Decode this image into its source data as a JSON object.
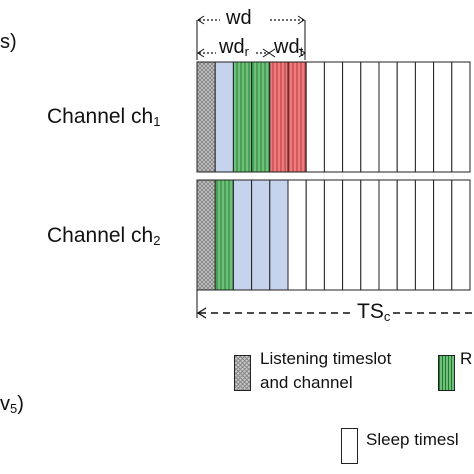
{
  "left_labels": {
    "top_fragment": "s)",
    "bottom_fragment_main": "v",
    "bottom_fragment_sub": "5",
    "bottom_fragment_end": ")"
  },
  "channels": [
    {
      "name": "Channel ch",
      "sub": "1",
      "slots": [
        "listen",
        "blue",
        "green",
        "green",
        "red",
        "red",
        "white",
        "white",
        "white",
        "white",
        "white",
        "white",
        "white",
        "white",
        "white"
      ]
    },
    {
      "name": "Channel ch",
      "sub": "2",
      "slots": [
        "listen",
        "green",
        "blue",
        "blue",
        "blue",
        "white",
        "white",
        "white",
        "white",
        "white",
        "white",
        "white",
        "white",
        "white",
        "white"
      ]
    }
  ],
  "dims": {
    "wd": "wd",
    "wd_r_main": "wd",
    "wd_r_sub": "r",
    "wd_t_main": "wd",
    "wd_t_sub": "t",
    "ts_main": "TS",
    "ts_sub": "c"
  },
  "legend": {
    "listening_line1": "Listening timeslot",
    "listening_line2": "and channel",
    "green_label": "R",
    "sleep_label": "Sleep timesl"
  },
  "colors": {
    "blue": "#c6d3ec",
    "green": "#6ec07a",
    "red": "#ee7c7c",
    "listen": "#c8c8c8",
    "white": "#ffffff"
  }
}
